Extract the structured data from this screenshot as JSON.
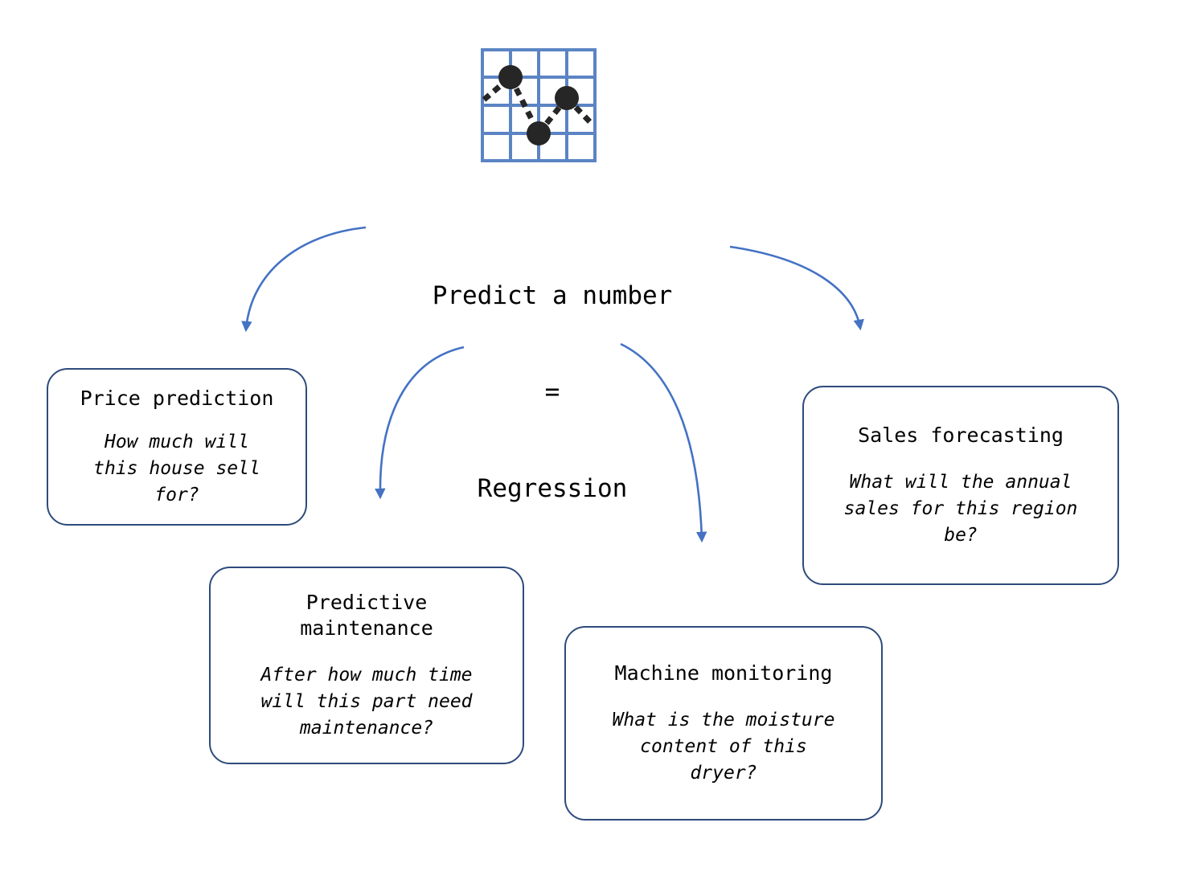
{
  "diagram": {
    "icon": {
      "name": "regression-scatter-grid-icon",
      "grid_color": "#5B84C4",
      "point_color": "#262626",
      "points": 3
    },
    "center": {
      "line1": "Predict a number",
      "line2": "=",
      "line3": "Regression"
    },
    "arrow_color": "#4472C4",
    "box_border_color": "#2E4B7C",
    "boxes": [
      {
        "id": "price-prediction",
        "title": "Price prediction",
        "question": "How much will\nthis house sell\nfor?"
      },
      {
        "id": "predictive-maintenance",
        "title": "Predictive\nmaintenance",
        "question": "After how much time\nwill this part need\nmaintenance?"
      },
      {
        "id": "machine-monitoring",
        "title": "Machine monitoring",
        "question": "What is the moisture\ncontent of this\ndryer?"
      },
      {
        "id": "sales-forecasting",
        "title": "Sales forecasting",
        "question": "What will the annual\nsales for this region\nbe?"
      }
    ]
  }
}
